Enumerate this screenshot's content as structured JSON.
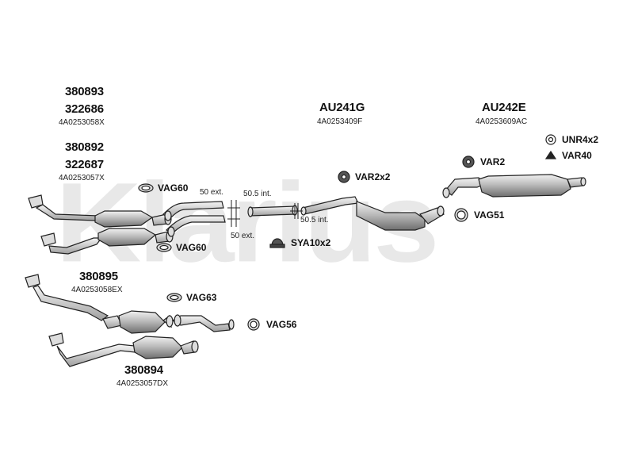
{
  "watermark": "Klarius",
  "parts": {
    "p380893": "380893",
    "p322686": "322686",
    "c1": "4A0253058X",
    "p380892": "380892",
    "p322687": "322687",
    "c2": "4A0253057X",
    "p380895": "380895",
    "c3": "4A0253058EX",
    "p380894": "380894",
    "c4": "4A0253057DX",
    "au241g": "AU241G",
    "c5": "4A0253409F",
    "au242e": "AU242E",
    "c6": "4A0253609AC"
  },
  "accessories": {
    "vag60a": "VAG60",
    "vag60b": "VAG60",
    "vag63": "VAG63",
    "vag56": "VAG56",
    "var2x2": "VAR2x2",
    "sya10x2": "SYA10x2",
    "var2": "VAR2",
    "vag51": "VAG51",
    "unr4x2": "UNR4x2",
    "var40": "VAR40"
  },
  "dimensions": {
    "d1": "50 ext.",
    "d2": "50.5 int.",
    "d3": "50.5 int.",
    "d4": "50 ext."
  },
  "colors": {
    "line": "#222222",
    "fill": "#cfcfcf",
    "shade": "#9a9a9a",
    "watermark": "#e8e8e8"
  }
}
